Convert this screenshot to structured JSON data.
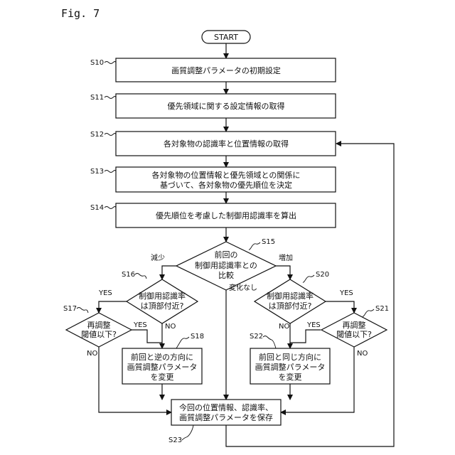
{
  "figure_label": "Fig. 7",
  "nodes": {
    "start": {
      "lines": [
        "START"
      ]
    },
    "s10": {
      "step": "S10",
      "lines": [
        "画質調整パラメータの初期設定"
      ]
    },
    "s11": {
      "step": "S11",
      "lines": [
        "優先領域に関する設定情報の取得"
      ]
    },
    "s12": {
      "step": "S12",
      "lines": [
        "各対象物の認識率と位置情報の取得"
      ]
    },
    "s13": {
      "step": "S13",
      "lines": [
        "各対象物の位置情報と優先領域との関係に",
        "基づいて、各対象物の優先順位を決定"
      ]
    },
    "s14": {
      "step": "S14",
      "lines": [
        "優先順位を考慮した制御用認識率を算出"
      ]
    },
    "s15": {
      "step": "S15",
      "lines": [
        "前回の",
        "制御用認識率との",
        "比較"
      ]
    },
    "s16": {
      "step": "S16",
      "lines": [
        "制御用認識率",
        "は頂部付近?"
      ]
    },
    "s17": {
      "step": "S17",
      "lines": [
        "再調整",
        "閾値以下?"
      ]
    },
    "s18": {
      "step": "S18",
      "lines": [
        "前回と逆の方向に",
        "画質調整パラメータ",
        "を変更"
      ]
    },
    "s20": {
      "step": "S20",
      "lines": [
        "制御用認識率",
        "は頂部付近?"
      ]
    },
    "s21": {
      "step": "S21",
      "lines": [
        "再調整",
        "閾値以下?"
      ]
    },
    "s22": {
      "step": "S22",
      "lines": [
        "前回と同じ方向に",
        "画質調整パラメータ",
        "を変更"
      ]
    },
    "s23": {
      "step": "S23",
      "lines": [
        "今回の位置情報、認識率、",
        "画質調整パラメータを保存"
      ]
    }
  },
  "branch_labels": {
    "decrease": "減少",
    "increase": "増加",
    "no_change": "変化なし",
    "yes": "YES",
    "no": "NO"
  }
}
